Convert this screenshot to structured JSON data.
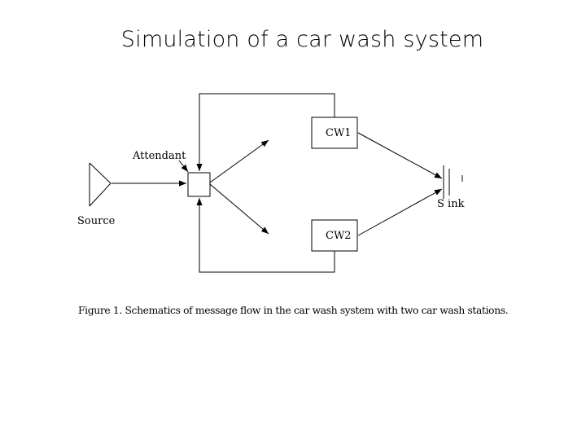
{
  "slide": {
    "title": "Simulation of a car wash system"
  },
  "diagram": {
    "labels": {
      "attendant": "Attendant",
      "source": "Source",
      "cw1": "CW1",
      "cw2": "CW2",
      "sink": "S ink"
    },
    "caption": "Figure 1. Schematics of message flow in the car wash system with two car wash stations."
  },
  "colors": {
    "stroke": "#000000",
    "background": "#ffffff"
  }
}
